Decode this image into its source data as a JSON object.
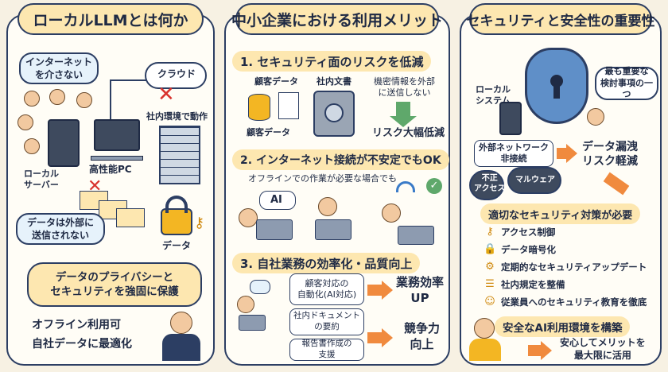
{
  "panel1": {
    "title": "ローカルLLMとは何か",
    "bubble_internet": "インターネット\nを介さない",
    "cloud_label": "クラウド",
    "intranet_label": "社内環境で動作",
    "server_label": "ローカル\nサーバー",
    "pc_label": "高性能PC",
    "bubble_data": "データは外部に\n送信されない",
    "data_label": "データ",
    "privacy_bubble": "データのプライバシーと\nセキュリティを強固に保護",
    "offline_line1": "オフライン利用可",
    "offline_line2": "自社データに最適化"
  },
  "panel2": {
    "title": "中小企業における利用メリット",
    "sec1": "1. セキュリティ面のリスクを低減",
    "customer_data_top": "顧客データ",
    "internal_docs": "社内文書",
    "customer_data_bottom": "顧客データ",
    "confidential": "機密情報を外部\nに送信しない",
    "risk_reduced": "リスク大幅低減",
    "sec2": "2. インターネット接続が不安定でもOK",
    "offline_note": "オフラインでの作業が必要な場合でも",
    "ai_label": "AI",
    "sec3": "3. 自社業務の効率化・品質向上",
    "task1": "顧客対応の\n自動化(AI対応)",
    "task2": "社内ドキュメント\nの要約",
    "task3": "報告書作成の\n支援",
    "result1": "業務効率\nUP",
    "result2": "競争力\n向上"
  },
  "panel3": {
    "title": "セキュリティと安全性の重要性",
    "bubble_important": "最も重要な\n検討事項の一つ",
    "local_system": "ローカル\nシステム",
    "external_net": "外部ネットワーク\n非接続",
    "leak_reduced": "データ漏洩\nリスク軽減",
    "unauthorized": "不正\nアクセス",
    "malware": "マルウェア",
    "measures_title": "適切なセキュリティ対策が必要",
    "measures": [
      {
        "icon": "key-icon",
        "glyph": "⚷",
        "label": "アクセス制御"
      },
      {
        "icon": "lock-icon",
        "glyph": "🔒",
        "label": "データ暗号化"
      },
      {
        "icon": "gear-icon",
        "glyph": "⚙",
        "label": "定期的なセキュリティアップデート"
      },
      {
        "icon": "document-icon",
        "glyph": "☰",
        "label": "社内規定を整備"
      },
      {
        "icon": "people-icon",
        "glyph": "☺",
        "label": "従業員へのセキュリティ教育を徹底"
      }
    ],
    "build_env": "安全なAI利用環境を構築",
    "final": "安心してメリットを\n最大限に活用"
  },
  "colors": {
    "accent": "#f08a3e",
    "title_bg": "#fde7b0",
    "border": "#2c3e63",
    "bubble": "#e6f2fb"
  }
}
